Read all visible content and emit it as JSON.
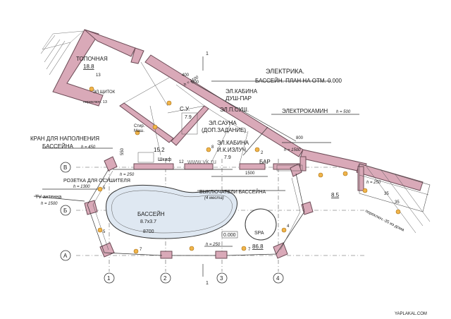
{
  "title": {
    "line1": "ЭЛЕКТРИКА.",
    "line2": "БАССЕЙН.  ПЛАН НА ОТМ. 0.000"
  },
  "section_mark": "1",
  "rooms": {
    "boiler": {
      "name": "ТОПОЧНАЯ",
      "area": "18.8"
    },
    "toilet": {
      "name": "С.У.",
      "area": "7.9"
    },
    "pool": {
      "name": "БАССЕЙН",
      "size": "8.7x3.7",
      "depth": "8700"
    },
    "spa": "SPA",
    "bar": "БАР",
    "wardrobe": "Шкаф",
    "room_a": "15.2",
    "main_hall": "86.8",
    "right_hall": "8.5",
    "level": "0.000"
  },
  "labels": {
    "cabin_shower": "ЭЛ.КАБИНА",
    "shower_steam": "ДУШ-ПАР",
    "towel_dryer": "ЭЛ.П.СУШ.",
    "fireplace": "ЭЛЕКТРОКАМИН",
    "fireplace_h": "h = 500",
    "sauna_1": "ЭЛ.САУНА",
    "sauna_2": "(ДОП.ЗАДАНИЕ)",
    "ir_1": "ЭЛ.КАБИНА",
    "ir_2": "И.К.ИЗЛУЧ.",
    "ir_area": "7.9",
    "faucet_1": "КРАН ДЛЯ НАПОЛНЕНИЯ",
    "faucet_2": "БАССЕЙНА",
    "faucet_h": "h = 450",
    "dehum": "РОЗЕТКА ДЛЯ ОСУШИТЕЛЯ",
    "dehum_h": "h = 1300",
    "tv_1": "TV антенна",
    "tv_h": "h = 1500",
    "switches_1": "ВЫКЛЮЧАТЕЛИ БАССЕЙНА",
    "switches_2": "(4 места)",
    "shield": "ЭЛ.ЩИТОК",
    "washer_1": "Стир.",
    "washer_2": "Маш.",
    "switch_35": "переключ.-35 из дома",
    "switch_13": "переключ. 13"
  },
  "dims": {
    "h250": "h = 250",
    "h1100": "h = 1100",
    "h1500": "h = 1500",
    "d400": "400",
    "d500": "500",
    "d800": "800",
    "d1500": "1500",
    "d550": "550"
  },
  "axes": {
    "rows": [
      "В",
      "Б",
      "А"
    ],
    "cols": [
      "1",
      "2",
      "3",
      "4"
    ]
  },
  "watermark": "www.vk.ru",
  "footer": "YAPLAKAL.COM",
  "circuits": [
    "1",
    "2",
    "3",
    "4",
    "5",
    "6",
    "7",
    "8",
    "12",
    "13",
    "35"
  ]
}
